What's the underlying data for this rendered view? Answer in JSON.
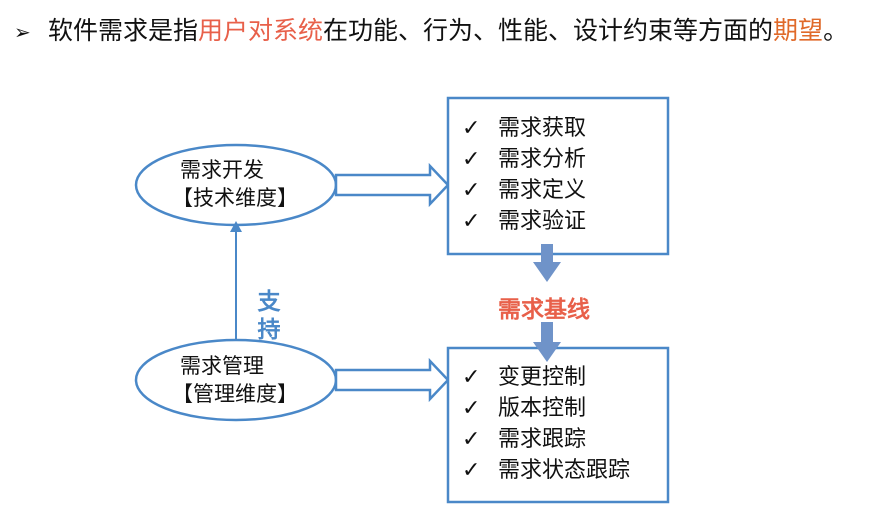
{
  "headline": {
    "bullet": "➢",
    "part1": "软件需求是指",
    "part2": "用户对系统",
    "part3": "在功能、行为、性能、设计约束等方面的",
    "part4": "期望",
    "part5": "。"
  },
  "dev_node": {
    "line1": "需求开发",
    "line2": "【技术维度】"
  },
  "mgmt_node": {
    "line1": "需求管理",
    "line2": "【管理维度】"
  },
  "support_label": {
    "char1": "支",
    "char2": "持"
  },
  "baseline_label": "需求基线",
  "dev_box": {
    "check": "✓",
    "items": [
      "需求获取",
      "需求分析",
      "需求定义",
      "需求验证"
    ]
  },
  "mgmt_box": {
    "check": "✓",
    "items": [
      "变更控制",
      "版本控制",
      "需求跟踪",
      "需求状态跟踪"
    ]
  },
  "colors": {
    "blue": "#4a88c8",
    "highlight_red": "#e8604a",
    "highlight_orange": "#e06a2a",
    "arrow_fill": "#6f93c9"
  }
}
